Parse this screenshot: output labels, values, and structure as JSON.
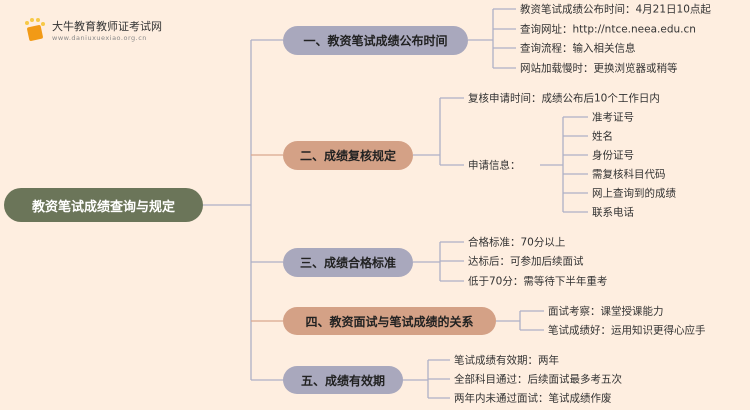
{
  "logo": {
    "title": "大牛教育教师证考试网",
    "url": "www.daniuxuexiao.org.cn"
  },
  "root": "教资笔试成绩查询与规定",
  "branches": [
    {
      "label": "一、教资笔试成绩公布时间",
      "leaves": [
        "教资笔试成绩公布时间：4月21日10点起",
        "查询网址：http://ntce.neea.edu.cn",
        "查询流程：输入相关信息",
        "网站加载慢时：更换浏览器或稍等"
      ]
    },
    {
      "label": "二、成绩复核规定",
      "leaves": [
        "复核申请时间：成绩公布后10个工作日内",
        "申请信息："
      ],
      "sub": [
        "准考证号",
        "姓名",
        "身份证号",
        "需复核科目代码",
        "网上查询到的成绩",
        "联系电话"
      ]
    },
    {
      "label": "三、成绩合格标准",
      "leaves": [
        "合格标准：70分以上",
        "达标后：可参加后续面试",
        "低于70分：需等待下半年重考"
      ]
    },
    {
      "label": "四、教资面试与笔试成绩的关系",
      "leaves": [
        "面试考察：课堂授课能力",
        "笔试成绩好：运用知识更得心应手"
      ]
    },
    {
      "label": "五、成绩有效期",
      "leaves": [
        "笔试成绩有效期：两年",
        "全部科目通过：后续面试最多考五次",
        "两年内未通过面试：笔试成绩作废"
      ]
    }
  ],
  "colors": {
    "background": "#feeee0",
    "root": "#6b7559",
    "gray": "#a9a8bd",
    "salmon": "#d4a186",
    "line": "#a9a8bd"
  }
}
